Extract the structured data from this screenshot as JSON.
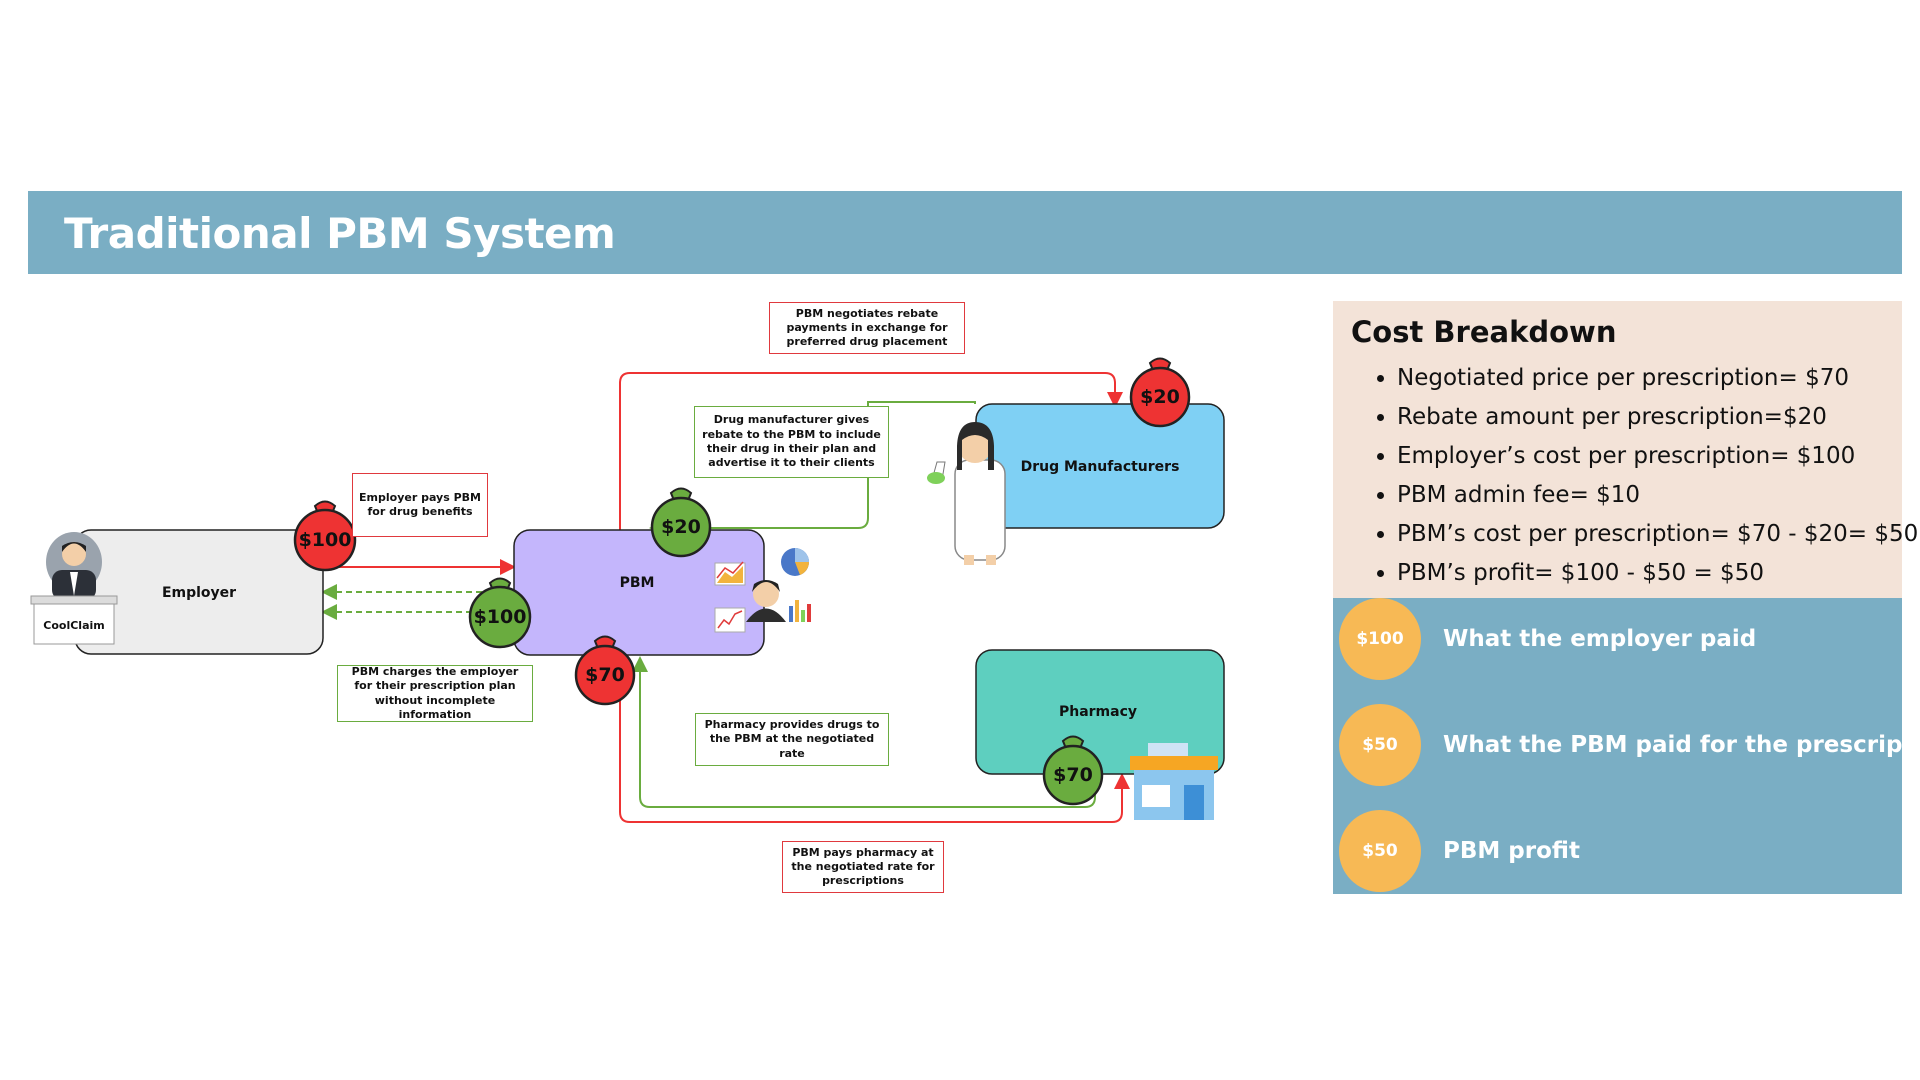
{
  "title": "Traditional PBM System",
  "diagram": {
    "nodes": {
      "employer": "Employer",
      "employer_sign": "CoolClaim",
      "pbm": "PBM",
      "drug_manufacturers": "Drug Manufacturers",
      "pharmacy": "Pharmacy"
    },
    "notes": {
      "employer_pays": "Employer pays PBM for drug benefits",
      "pbm_charges": "PBM charges the employer for their prescription plan without incomplete information",
      "pbm_negotiates": "PBM negotiates rebate payments in exchange for preferred drug placement",
      "manufacturer_rebate": "Drug manufacturer gives rebate to the PBM to include their drug in their plan and advertise it to their clients",
      "pharmacy_provides": "Pharmacy provides drugs to the PBM at the negotiated rate",
      "pbm_pays_pharmacy": "PBM pays pharmacy at the negotiated rate for prescriptions"
    },
    "money_bags": {
      "employer_to_pbm": "$100",
      "pbm_to_employer": "$100",
      "manufacturer_rebate": "$20",
      "pbm_to_manufacturer": "$20",
      "pbm_to_pharmacy": "$70",
      "pharmacy_rate": "$70"
    },
    "colors": {
      "red": "#ee3333",
      "green": "#6aac3f"
    }
  },
  "cost_breakdown": {
    "heading": "Cost Breakdown",
    "items": [
      "Negotiated price per prescription= $70",
      "Rebate amount per prescription=$20",
      "Employer’s cost per prescription= $100",
      "PBM admin fee= $10",
      "PBM’s cost per prescription= $70 - $20= $50",
      "PBM’s profit= $100 - $50 = $50"
    ]
  },
  "legend": [
    {
      "value": "$100",
      "label": "What the employer paid"
    },
    {
      "value": "$50",
      "label": "What the PBM paid for the prescription"
    },
    {
      "value": "$50",
      "label": "PBM profit"
    }
  ]
}
